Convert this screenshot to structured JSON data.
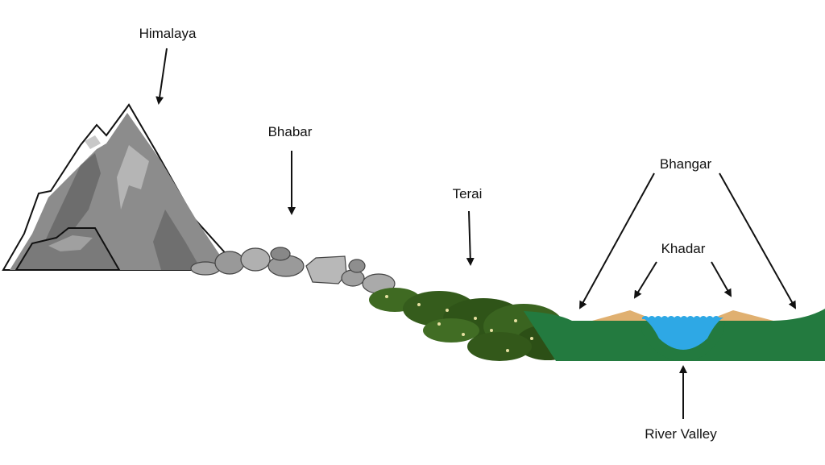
{
  "labels": {
    "himalaya": "Himalaya",
    "bhabar": "Bhabar",
    "terai": "Terai",
    "bhangar": "Bhangar",
    "khadar": "Khadar",
    "river_valley": "River Valley"
  },
  "colors": {
    "mountain": "#8a8a8a",
    "rocks": "#a9a9a9",
    "terai": "#3b5e1f",
    "plain": "#237a3f",
    "sand": "#e0b070",
    "water": "#2ea8e5"
  }
}
